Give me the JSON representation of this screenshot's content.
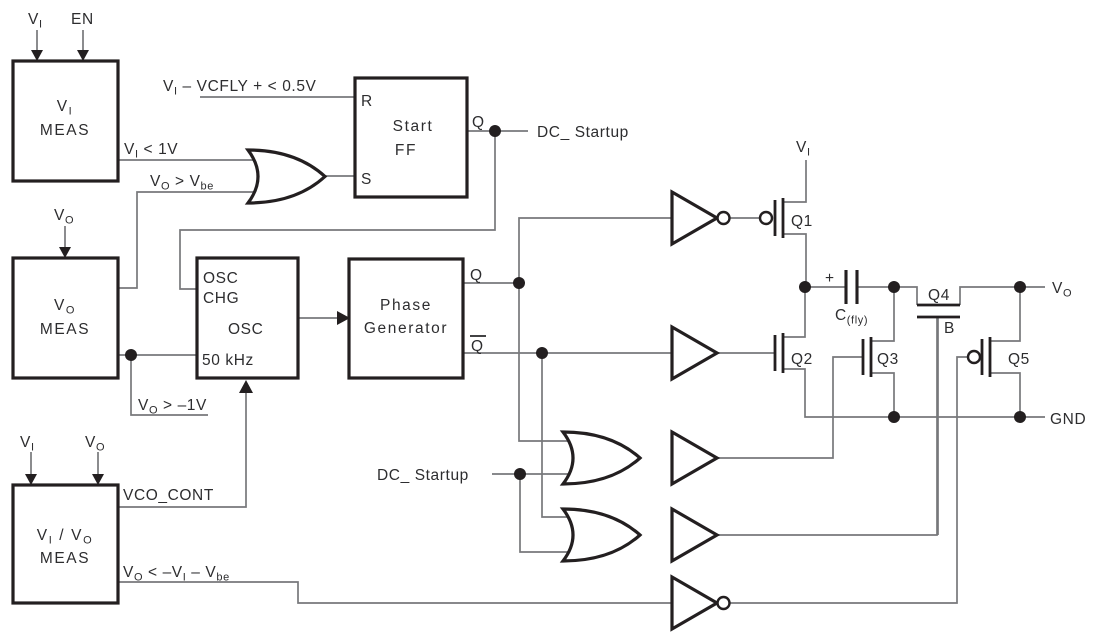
{
  "diagram": {
    "kind": "charge-pump functional block diagram",
    "colors": {
      "wire": "#77787b",
      "ink": "#231f20",
      "background": "#ffffff"
    },
    "blocks": {
      "vi_meas": {
        "line1": "V~I~",
        "line2": "MEAS"
      },
      "vo_meas": {
        "line1": "V~O~",
        "line2": "MEAS"
      },
      "vivo_meas": {
        "line1": "V~I~ / V~O~",
        "line2": "MEAS"
      },
      "osc": {
        "corner1": "OSC",
        "corner2": "CHG",
        "name": "OSC",
        "freq": "50 kHz"
      },
      "phase_gen": {
        "line1": "Phase",
        "line2": "Generator",
        "q": "Q",
        "qbar": "Q"
      },
      "start_ff": {
        "line1": "Start",
        "line2": "FF",
        "r": "R",
        "s": "S",
        "q": "Q"
      }
    },
    "inputs": {
      "vi_top": "V~I~",
      "en_top": "EN",
      "vo_mid": "V~O~",
      "vi_bot": "V~I~",
      "vo_bot": "V~O~"
    },
    "signals": {
      "r_condition": "V~I~ – VCFLY + < 0.5V",
      "vi_lt_1v": "V~I~ < 1V",
      "vo_gt_vbe": "V~O~ > V~be~",
      "dc_startup_top": "DC_ Startup",
      "dc_startup_bottom": "DC_ Startup",
      "vo_gt_neg1v": "V~O~ > –1V",
      "vco_cont": "VCO_CONT",
      "vo_lt_negvi_vbe": "V~O~ < –V~I~ – V~be~"
    },
    "power": {
      "vi_rail": "V~I~",
      "vo_out": "V~O~",
      "gnd": "GND"
    },
    "components": {
      "q1": "Q1",
      "q2": "Q2",
      "q3": "Q3",
      "q4": "Q4",
      "q5": "Q5",
      "q4_gate": "B",
      "cfly": "C~(fly)~",
      "cfly_plus": "+"
    }
  }
}
